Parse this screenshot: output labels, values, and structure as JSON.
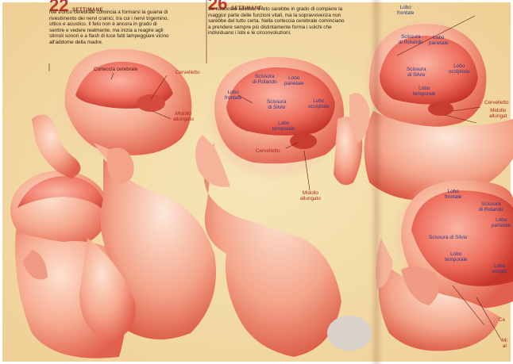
{
  "left_column": {
    "week_number": "22",
    "week_word": "SETTIMANE",
    "text": "Nel tronco cerebrale comincia a formarsi la guaina di rivestimento dei nervi cranici, tra cui i nervi trigemino, ottico e acustico. Il feto non è ancora in grado di sentire e vedere realmente, ma inizia a reagire agli stimoli sonori e a flash di luce fatti lampeggiare vicino all'addome della madre."
  },
  "middle_column": {
    "week_number": "26",
    "week_word": "SETTIMANE",
    "text": "Se nascesse adesso, il feto sarebbe in grado di compiere la maggior parte delle funzioni vitali, ma la sopravvivenza non sarebbe del tutto certa. Nella corteccia cerebrale cominciano a prendere sempre più distintamente forma i solchi che individuano i lobi e le circonvoluzioni."
  },
  "labels": {
    "f1_corteccia": "Corteccia cerebrale",
    "f1_cervelletto": "Cervelletto",
    "f1_midollo": "Midollo\nallungato",
    "f2_scissura_rolando": "Scissura\ndi Rolando",
    "f2_lobo_parietale": "Lobo\nparietale",
    "f2_lobo_frontale": "Lobo\nfrontale",
    "f2_scissura_silvio": "Scissura\ndi Silvio",
    "f2_lobo_occipitale": "Lobo\noccipitale",
    "f2_lobo_temporale": "Lobo\ntemporale",
    "f2_cervelletto": "Cervelletto",
    "f2_midollo": "Midollo\nallungato",
    "f3_lobo_frontale": "Lobo\nfrontale",
    "f3_scissura_rolando": "Scissura\ndi Rolando",
    "f3_lobo_parietale": "Lobo\nparietale",
    "f3_scissura_silvio": "Scissura\ndi Silvio",
    "f3_lobo_occipitale": "Lobo\noccipitale",
    "f3_lobo_temporale": "Lobo\ntemporale",
    "f3_cervelletto": "Cervelletto",
    "f3_midollo": "Midollo\nallungat",
    "f4_lobo_frontale": "Lobo\nfrontale",
    "f4_scissura_rolando": "Scissura\ndi Rolando",
    "f4_lobo_parietale": "Lobo\nparietale",
    "f4_scissura_silvio": "Scissura di Silvio",
    "f4_lobo_temporale": "Lobo\ntemporale",
    "f4_lobo_occipitale": "Lobo\noccipit",
    "f4_cervelletto": "Ce",
    "f4_midollo": "Mi\nal"
  }
}
